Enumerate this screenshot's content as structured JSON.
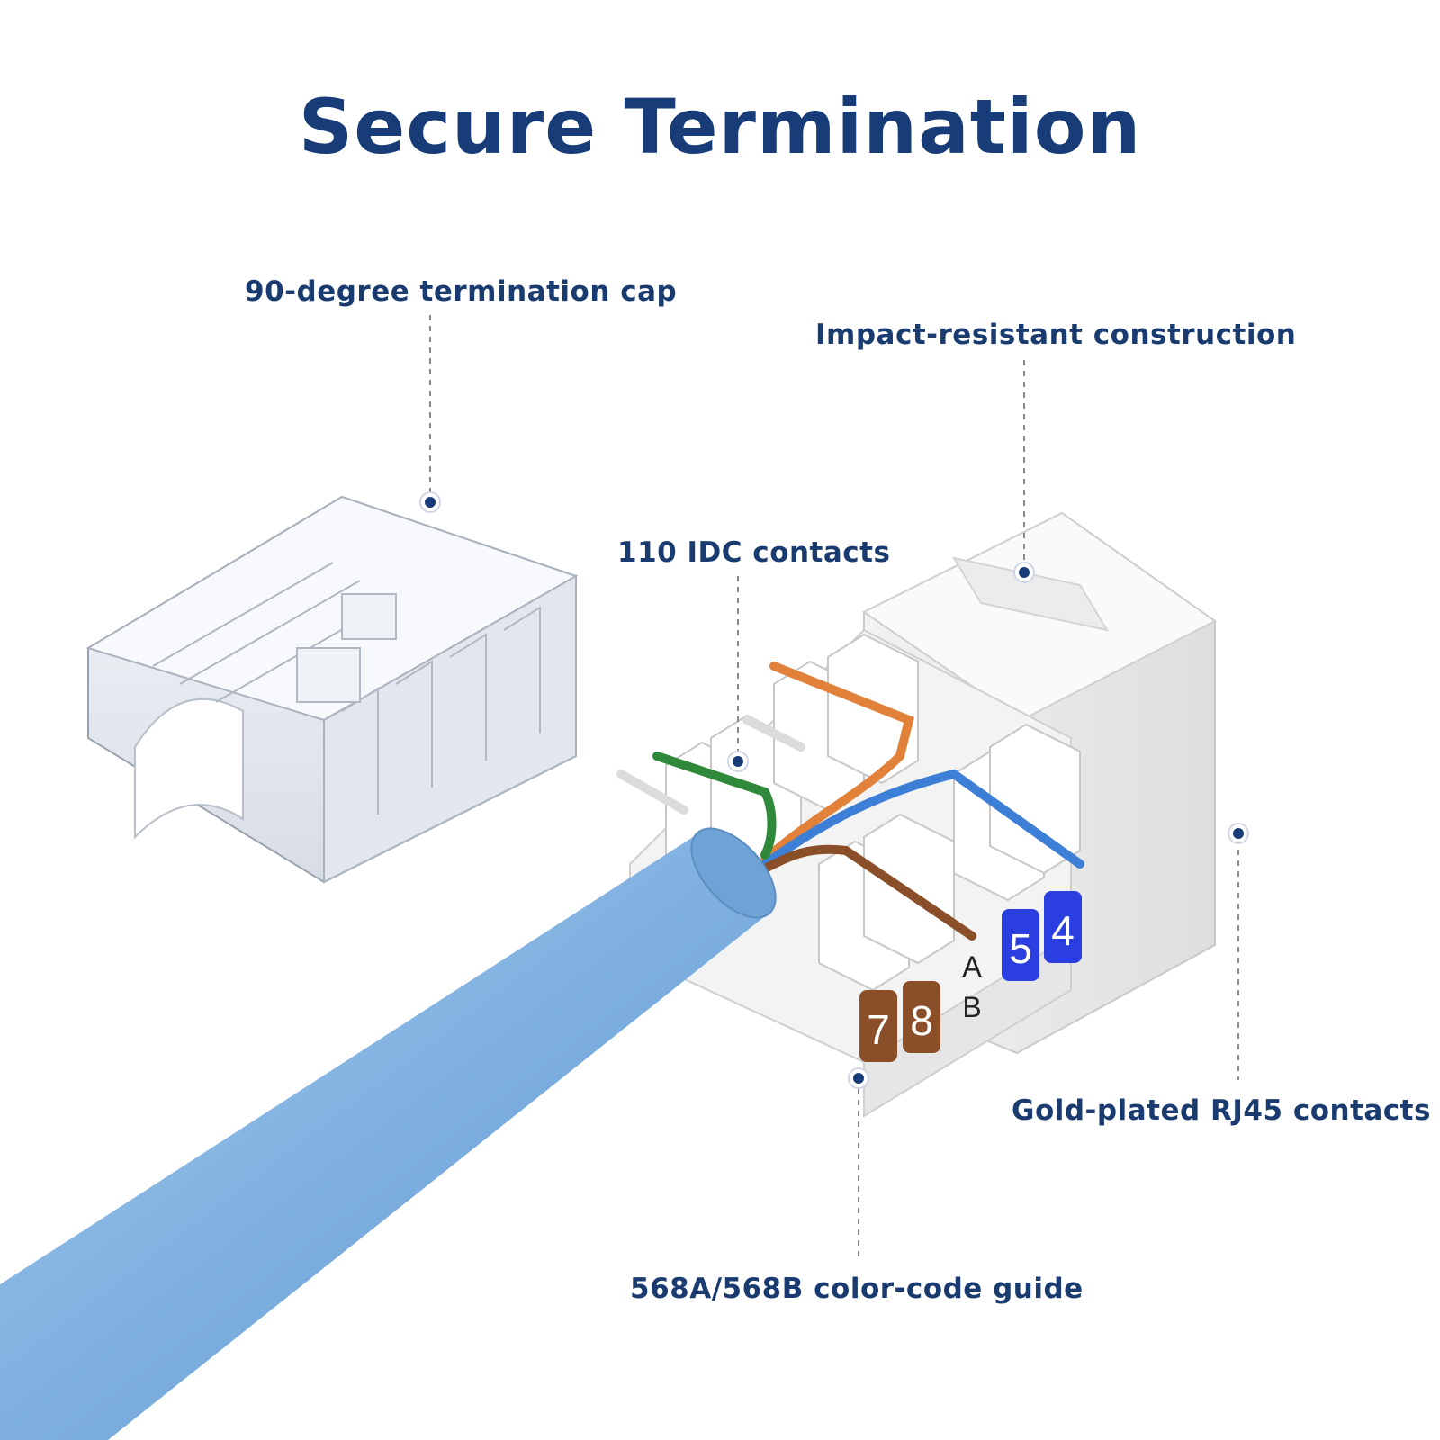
{
  "title": "Secure Termination",
  "callouts": {
    "cap": "90-degree termination cap",
    "construction": "Impact-resistant construction",
    "idc": "110 IDC contacts",
    "rj45": "Gold-plated RJ45 contacts",
    "guide": "568A/568B color-code guide"
  },
  "color_labels": {
    "pin7": "7",
    "pin8": "8",
    "pin5": "5",
    "pin4": "4",
    "std_a": "A",
    "std_b": "B"
  },
  "colors": {
    "title": "#173c78",
    "callout_text": "#1a3b6f",
    "cable": "#7fb0e0",
    "brown": "#8a4e28",
    "blue": "#2b3fe0",
    "orange": "#e2823a",
    "green": "#2e8a3a"
  }
}
